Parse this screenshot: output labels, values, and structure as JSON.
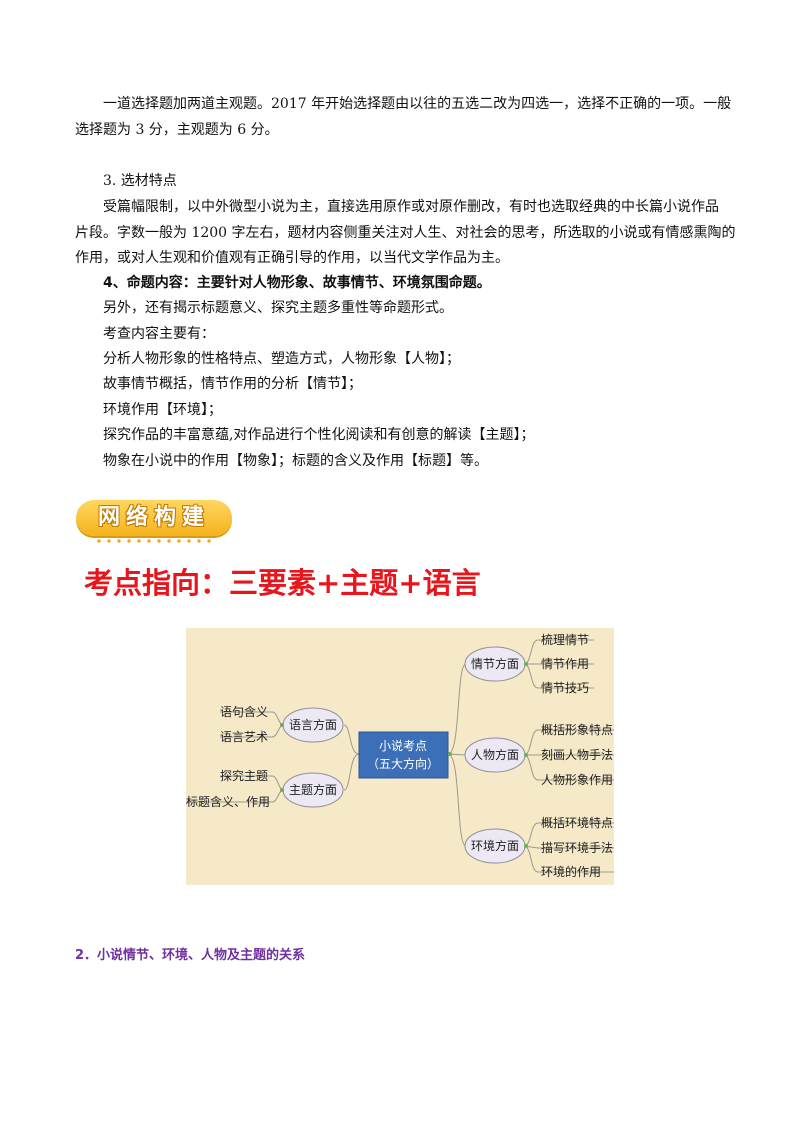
{
  "paragraphs": {
    "p1_line1": "一道选择题加两道主观题。2017 年开始选择题由以往的五选二改为四选一，选择不正确的一项。一般",
    "p1_line2": "选择题为 3 分，主观题为 6 分。",
    "section3_heading": "3. 选材特点",
    "p2_line1": "受篇幅限制，以中外微型小说为主，直接选用原作或对原作删改，有时也选取经典的中长篇小说作品",
    "p2_line2": "片段。字数一般为 1200 字左右，题材内容侧重关注对人生、对社会的思考，所选取的小说或有情感熏陶的",
    "p2_line3": "作用，或对人生观和价值观有正确引导的作用，以当代文学作品为主。",
    "section4_heading": "4、命题内容：主要针对人物形象、故事情节、环境氛围命题。",
    "p3": "另外，还有揭示标题意义、探究主题多重性等命题形式。",
    "p4": "考查内容主要有：",
    "list": [
      "分析人物形象的性格特点、塑造方式，人物形象【人物】；",
      "故事情节概括，情节作用的分析【情节】；",
      "环境作用【环境】；",
      "探究作品的丰富意蕴,对作品进行个性化阅读和有创意的解读【主题】；",
      "物象在小说中的作用【物象】；标题的含义及作用【标题】等。"
    ]
  },
  "banner": {
    "text": "网络构建"
  },
  "red_title": "考点指向：三要素+主题+语言",
  "mindmap": {
    "center": {
      "line1": "小说考点",
      "line2": "（五大方向）"
    },
    "branches": {
      "plot": {
        "label": "情节方面",
        "items": [
          "梳理情节",
          "情节作用",
          "情节技巧"
        ]
      },
      "character": {
        "label": "人物方面",
        "items": [
          "概括形象特点",
          "刻画人物手法",
          "人物形象作用"
        ]
      },
      "environment": {
        "label": "环境方面",
        "items": [
          "概括环境特点",
          "描写环境手法",
          "环境的作用"
        ]
      },
      "language": {
        "label": "语言方面",
        "items": [
          "语句含义",
          "语言艺术"
        ]
      },
      "theme": {
        "label": "主题方面",
        "items": [
          "探究主题",
          "标题含义、作用"
        ]
      }
    }
  },
  "section2_heading": "2．小说情节、环境、人物及主题的关系",
  "colors": {
    "red_title": "#e8161c",
    "section2": "#7030a0",
    "mindmap_bg": "#f6e9c8",
    "center_box": "#3d6fb8"
  }
}
